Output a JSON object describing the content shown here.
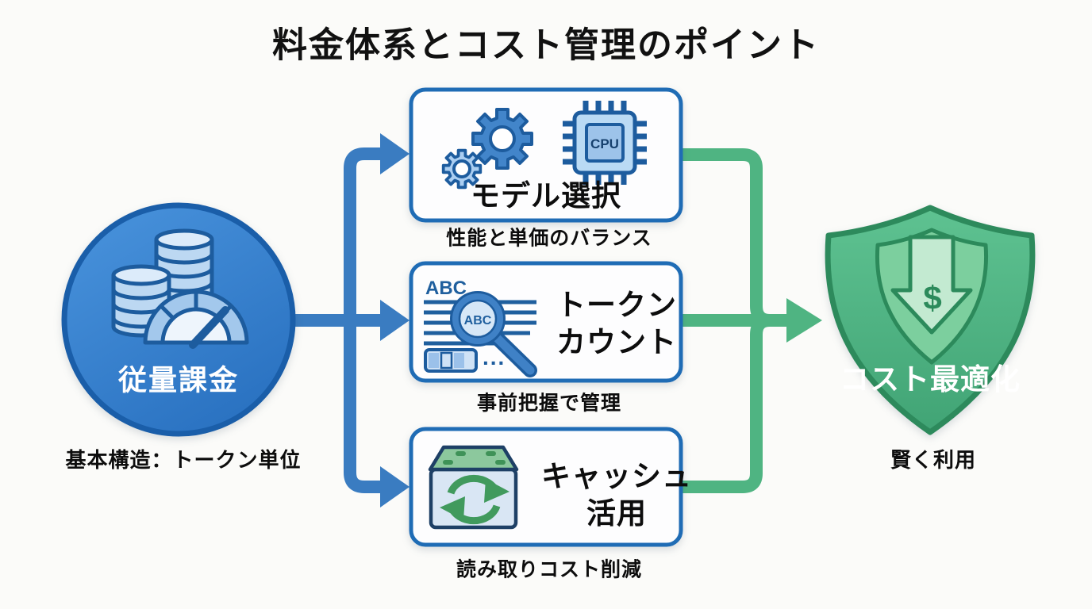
{
  "title": "料金体系とコスト管理のポイント",
  "source": {
    "label": "従量課金",
    "caption": "基本構造：トークン単位"
  },
  "steps": [
    {
      "label_lines": [
        "モデル選択"
      ],
      "caption": "性能と単価のバランス"
    },
    {
      "label_lines": [
        "トークン",
        "カウント"
      ],
      "caption": "事前把握で管理"
    },
    {
      "label_lines": [
        "キャッシュ",
        "活用"
      ],
      "caption": "読み取りコスト削減"
    }
  ],
  "result": {
    "label": "コスト最適化",
    "caption": "賢く利用"
  },
  "icon_text": {
    "cpu": "CPU",
    "abc": "ABC",
    "dollar": "$",
    "ellipsis": "..."
  },
  "colors": {
    "blue_arrow": "#3a7cc1",
    "blue_outline": "#1d5c9e",
    "circle_fill": "#3581d0",
    "box_border": "#1f6cb5",
    "green_arrow": "#4fb482",
    "green_outline": "#2d8a5c",
    "shield_fill": "#4fb67f",
    "title_color": "#111111"
  }
}
